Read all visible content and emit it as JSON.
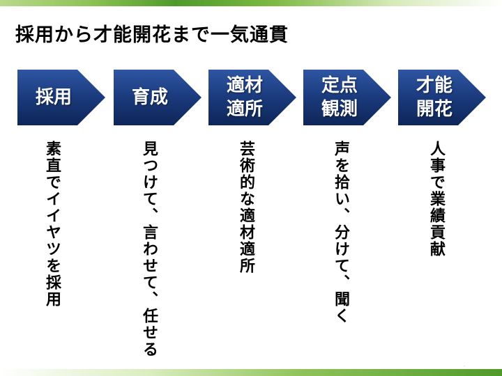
{
  "title": "採用から才能開花まで一気通貫",
  "steps": [
    {
      "label": "採用",
      "description": "素直でイイヤツを採用"
    },
    {
      "label": "育成",
      "description": "見つけて、言わせて、任せる"
    },
    {
      "label": "適材\n適所",
      "description": "芸術的な適材適所"
    },
    {
      "label": "定点\n観測",
      "description": "声を拾い、分けて、聞く"
    },
    {
      "label": "才能\n開花",
      "description": "人事で業績貢献"
    }
  ],
  "colors": {
    "arrow_dark": "#0e2658",
    "arrow_light": "#2f56a3",
    "accent_green": "#4f9a2a"
  },
  "footer_mark": "."
}
